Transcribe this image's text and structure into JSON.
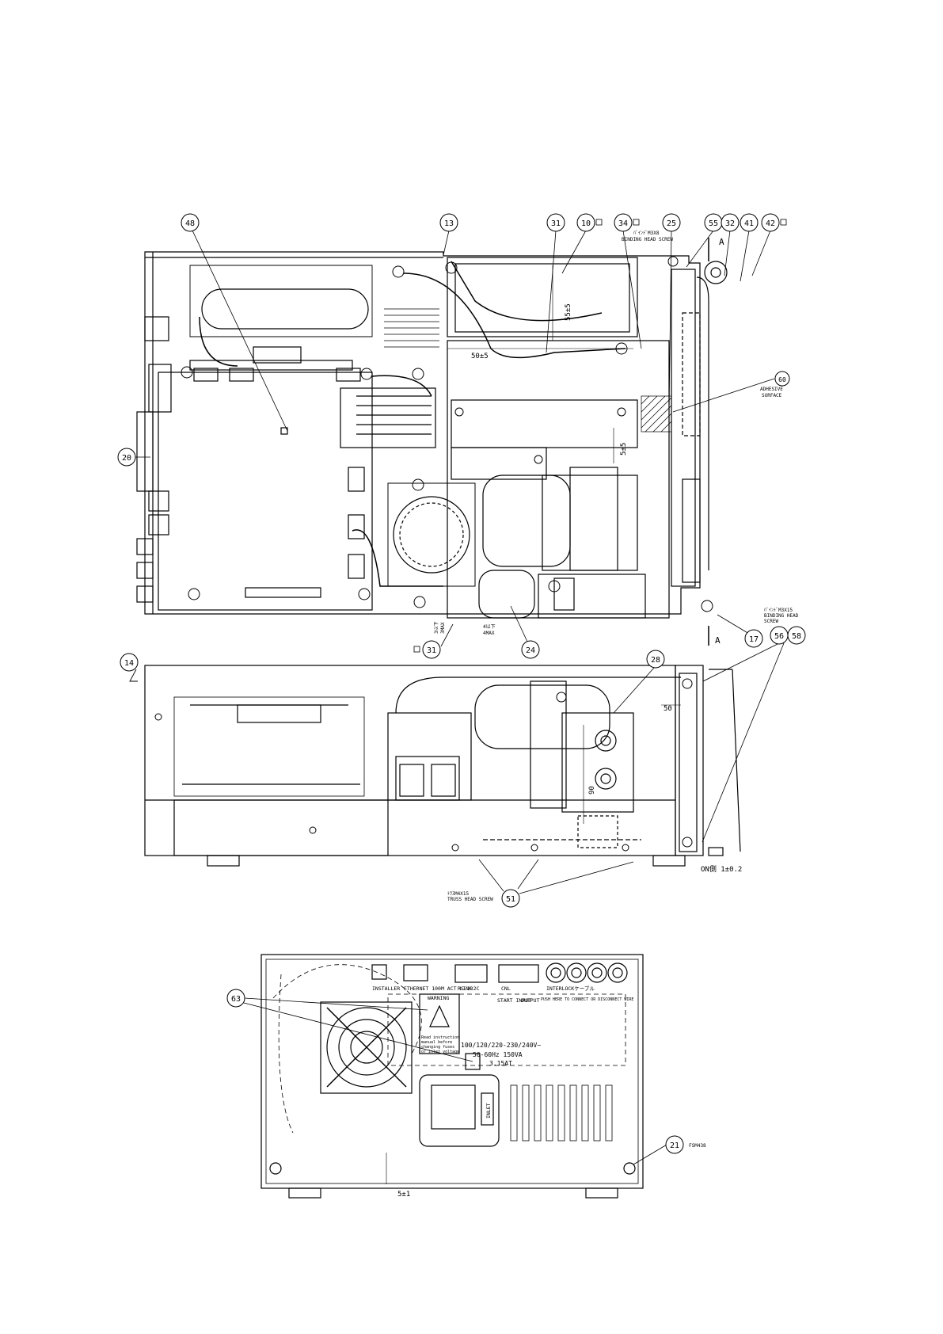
{
  "drawing": {
    "views": [
      "top-view",
      "side-view",
      "rear-view"
    ],
    "balloons": [
      {
        "id": "b48",
        "text": "48"
      },
      {
        "id": "b13",
        "text": "13"
      },
      {
        "id": "b31a",
        "text": "31"
      },
      {
        "id": "b10",
        "text": "10"
      },
      {
        "id": "b34",
        "text": "34"
      },
      {
        "id": "b25",
        "text": "25"
      },
      {
        "id": "b55",
        "text": "55"
      },
      {
        "id": "b32",
        "text": "32"
      },
      {
        "id": "b41",
        "text": "41"
      },
      {
        "id": "b42",
        "text": "42"
      },
      {
        "id": "b60",
        "text": "60"
      },
      {
        "id": "b20",
        "text": "20"
      },
      {
        "id": "b17",
        "text": "17"
      },
      {
        "id": "b56",
        "text": "56"
      },
      {
        "id": "b58",
        "text": "58"
      },
      {
        "id": "b31b",
        "text": "31"
      },
      {
        "id": "b24",
        "text": "24"
      },
      {
        "id": "b14",
        "text": "14"
      },
      {
        "id": "b28",
        "text": "28"
      },
      {
        "id": "b51",
        "text": "51"
      },
      {
        "id": "b63",
        "text": "63"
      },
      {
        "id": "b21",
        "text": "21"
      }
    ],
    "notes": {
      "screw_top_1": "ﾊﾞｲﾝﾄﾞM3X8",
      "screw_top_2": "BINDING HEAD SCREW",
      "adhesive_1": "ADHESIVE",
      "adhesive_2": "SURFACE",
      "screw_right_1": "ﾊﾞｲﾝﾄﾞM3X15",
      "screw_right_2": "BINDING HEAD",
      "screw_right_3": "SCREW",
      "truss_1": "ﾄﾗｽM4X15",
      "truss_2": "TRUSS HEAD SCREW",
      "balloon21_note": "FSM438"
    },
    "dimensions": {
      "d50": "50±5",
      "d55": "55±5",
      "d5": "5±5",
      "d3": "3以下",
      "d3max": "3MAX",
      "d4": "4以下",
      "d4max": "4MAX",
      "side50": "50",
      "side90": "90",
      "on": "ON側 1±0.2",
      "rear5": "5±1"
    },
    "section_marks": {
      "top": "A",
      "bottom": "A"
    },
    "rear_panel": {
      "conn1": "INSTALLER",
      "conn2": "ETHERNET 100M ACT LINK",
      "conn3": "RS-232C",
      "conn4": "CNL",
      "conn5": "INTERLOCKケーブル",
      "conn6": "START INPUT",
      "conn7": "OUTPUT",
      "note": "PUSH HERE TO CONNECT OR DISCONNECT WIRE",
      "warn": "WARNING",
      "warn_body_1": "Read instruction",
      "warn_body_2": "manual before",
      "warn_body_3": "changing fuses",
      "warn_body_4": "or inlet voltage",
      "rating_1": "100/120/220-230/240V~",
      "rating_2": "50-60Hz  150VA",
      "rating_3": "3.15AT",
      "inlet": "INLET"
    }
  }
}
